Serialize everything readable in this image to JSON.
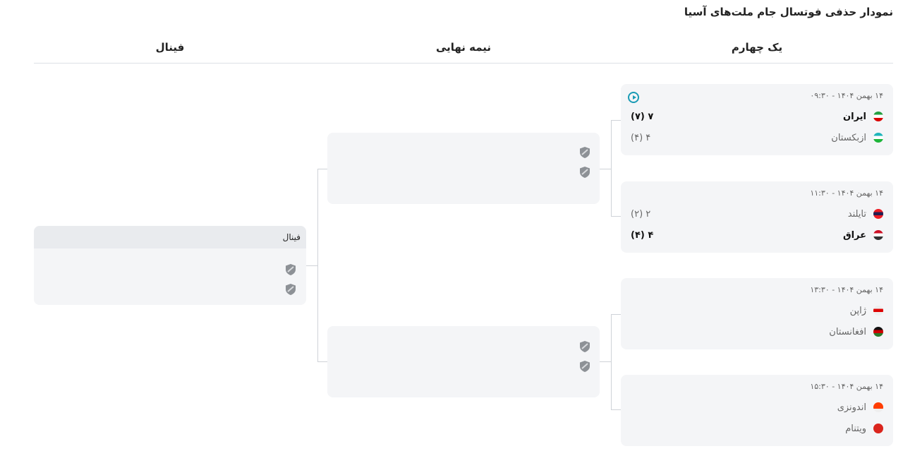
{
  "title": "نمودار حذفی فوتسال جام ملت‌های آسیا",
  "columns": {
    "quarter": "یک چهارم",
    "semi": "نیمه نهایی",
    "final": "فینال"
  },
  "final_label": "فینال",
  "matches": [
    {
      "date": "۱۴ بهمن ۱۴۰۴ - ۰۹:۳۰",
      "home": {
        "name": "ایران",
        "score": "۷ (۷)",
        "winner": true,
        "flag": [
          "#239f40",
          "#fff",
          "#da0000"
        ]
      },
      "away": {
        "name": "ازبکستان",
        "score": "۴ (۴)",
        "winner": false,
        "flag": [
          "#1eb5ba",
          "#fff",
          "#1eb53a"
        ]
      }
    },
    {
      "date": "۱۴ بهمن ۱۴۰۴ - ۱۱:۳۰",
      "home": {
        "name": "تایلند",
        "score": "۲ (۲)",
        "winner": false,
        "flag": [
          "#ed1c24",
          "#241d4f",
          "#ed1c24"
        ]
      },
      "away": {
        "name": "عراق",
        "score": "۴ (۴)",
        "winner": true,
        "flag": [
          "#ce1126",
          "#fff",
          "#333"
        ]
      }
    },
    {
      "date": "۱۴ بهمن ۱۴۰۴ - ۱۳:۳۰",
      "home": {
        "name": "ژاپن",
        "score": "",
        "winner": false,
        "flag": [
          "#eee",
          "#d00",
          "#eee"
        ]
      },
      "away": {
        "name": "افغانستان",
        "score": "",
        "winner": false,
        "flag": [
          "#111",
          "#c00",
          "#2a7a2a"
        ]
      }
    },
    {
      "date": "۱۴ بهمن ۱۴۰۴ - ۱۵:۳۰",
      "home": {
        "name": "اندونزی",
        "score": "",
        "winner": false,
        "flag": [
          "#ff3d00",
          "#ff3d00",
          "#eee"
        ]
      },
      "away": {
        "name": "ویتنام",
        "score": "",
        "winner": false,
        "flag": [
          "#da251d",
          "#da251d",
          "#da251d"
        ]
      }
    }
  ]
}
